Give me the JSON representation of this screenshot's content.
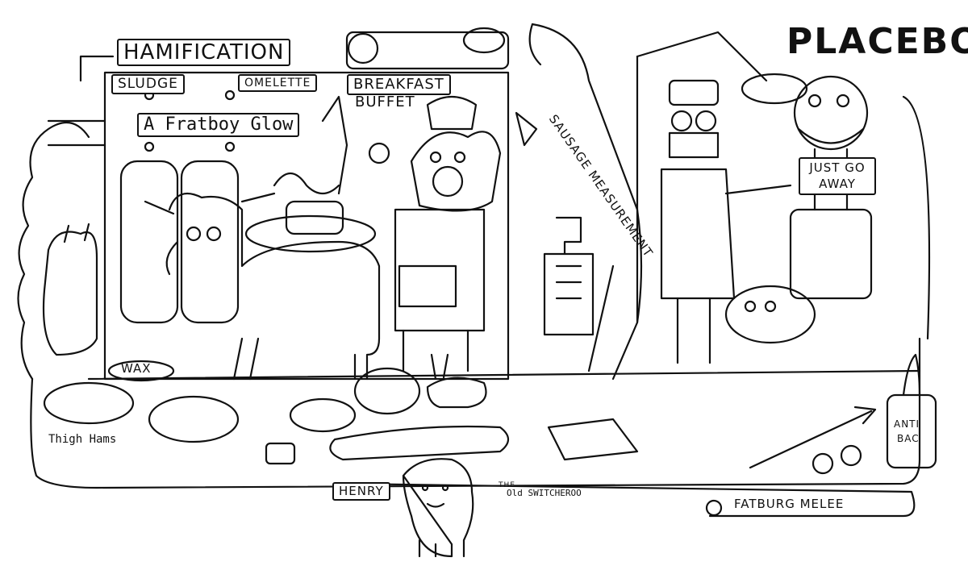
{
  "signs": {
    "hamification": "HAMIFICATION",
    "sludge": "SLUDGE",
    "omelette": "OMELETTE",
    "breakfast": "BREAKFAST",
    "buffet": "BUFFET",
    "fratboy_glow": "A Fratboy Glow",
    "sausage_measurement": "SAUSAGE MEASUREMENT",
    "placebo": "PLACEBO",
    "just_go": "JUST GO",
    "away": "AWAY",
    "wax": "WAX",
    "thigh_hams": "Thigh Hams",
    "henry": "HENRY",
    "the": "THE",
    "old_switcheroo": "Old SWITCHEROO",
    "fatburg_melee": "FATBURG MELEE",
    "anti": "ANTI",
    "bac": "BAC"
  },
  "colors": {
    "ink": "#111111",
    "paper": "#ffffff"
  }
}
